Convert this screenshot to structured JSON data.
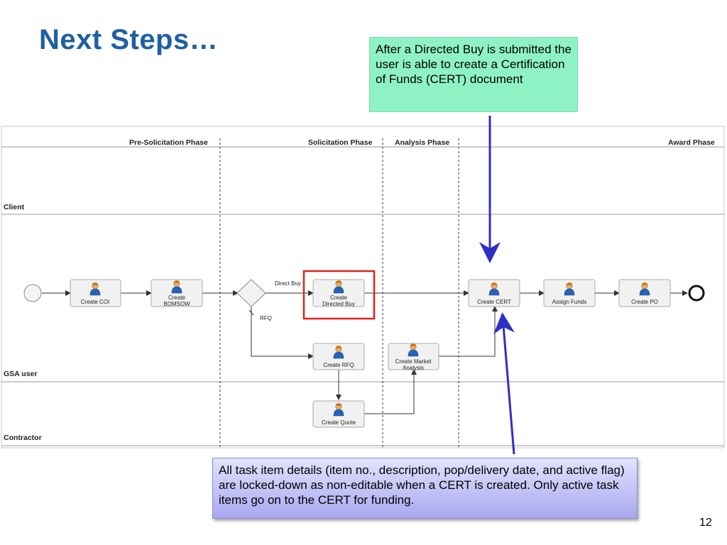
{
  "title": "Next Steps…",
  "callouts": {
    "top": "After a Directed Buy is submitted the user is able to create a Certification of Funds (CERT) document",
    "bottom": "All task item details (item no., description, pop/delivery date, and active flag) are locked-down as non-editable when a CERT is created.  Only active task items go on to the CERT for funding."
  },
  "diagram": {
    "phases": [
      "Pre-Solicitation Phase",
      "Solicitation Phase",
      "Analysis Phase",
      "Award Phase"
    ],
    "lanes": [
      "Client",
      "GSA user",
      "Contractor"
    ],
    "tasks": {
      "create_coi": [
        "Create COI"
      ],
      "create_bomsow": [
        "Create",
        "BOMSOW"
      ],
      "create_directed_buy": [
        "Create",
        "Directed Buy"
      ],
      "create_cert": [
        "Create CERT"
      ],
      "assign_funds": [
        "Assign Funds"
      ],
      "create_po": [
        "Create PO"
      ],
      "create_rfq": [
        "Create RFQ"
      ],
      "create_market_analysis": [
        "Create Market",
        "Analysis"
      ],
      "create_quote": [
        "Create Quote"
      ]
    },
    "gateway_labels": {
      "directed_buy": "Direct Buy",
      "rfq": "RFQ"
    },
    "colors": {
      "highlight": "#e02020",
      "arrow": "#2f2fc8",
      "task_fill": "#f1f1f1"
    }
  },
  "page_number": "12"
}
